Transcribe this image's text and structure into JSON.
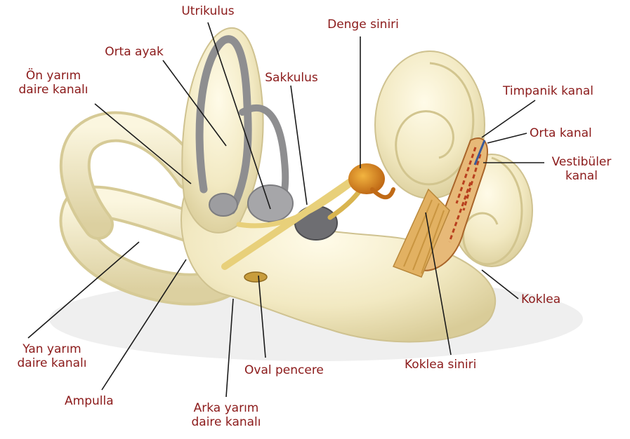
{
  "colors": {
    "label": "#8b1a1a",
    "leader": "#1a1a1a",
    "bone": "#f4ecc8",
    "bone_shadow": "#d8cc9a",
    "membrane": "#9a9a9c",
    "nerve": "#d9a232",
    "nerve_end": "#c8741c"
  },
  "labels": {
    "utrikulus": "Utrikulus",
    "denge_siniri": "Denge siniri",
    "orta_ayak": "Orta ayak",
    "on_yarim_line1": "Ön yarım",
    "on_yarim_line2": "daire kanalı",
    "sakkulus": "Sakkulus",
    "timpanik_kanal": "Timpanik kanal",
    "orta_kanal": "Orta kanal",
    "vestibuler_line1": "Vestibüler",
    "vestibuler_line2": "kanal",
    "koklea": "Koklea",
    "yan_yarim_line1": "Yan yarım",
    "yan_yarim_line2": "daire kanalı",
    "ampulla": "Ampulla",
    "oval_pencere": "Oval pencere",
    "koklea_siniri": "Koklea siniri",
    "arka_yarim_line1": "Arka yarım",
    "arka_yarim_line2": "daire kanalı"
  }
}
